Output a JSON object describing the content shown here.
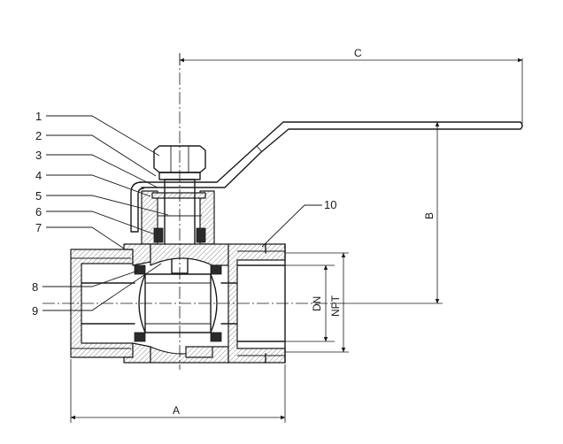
{
  "parts": [
    {
      "number": "1"
    },
    {
      "number": "2"
    },
    {
      "number": "3"
    },
    {
      "number": "4"
    },
    {
      "number": "5"
    },
    {
      "number": "6"
    },
    {
      "number": "7"
    },
    {
      "number": "8"
    },
    {
      "number": "9"
    },
    {
      "number": "10"
    }
  ],
  "dimensions": {
    "a": "A",
    "b": "B",
    "c": "C",
    "dn": "DN",
    "npt": "NPT"
  },
  "colors": {
    "line": "#1a1a1a",
    "background": "#ffffff"
  }
}
